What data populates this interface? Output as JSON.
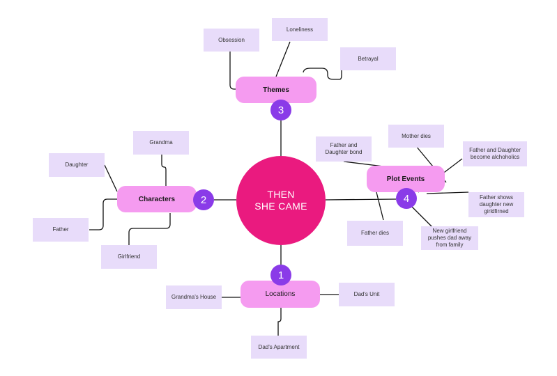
{
  "hub": {
    "line1": "THEN",
    "line2": "SHE CAME"
  },
  "branches": {
    "themes": {
      "label": "Themes",
      "badge": "3",
      "notes": {
        "obsession": "Obsession",
        "loneliness": "Loneliness",
        "betrayal": "Betrayal"
      }
    },
    "characters": {
      "label": "Characters",
      "badge": "2",
      "notes": {
        "grandma": "Grandma",
        "daughter": "Daughter",
        "father": "Father",
        "girlfriend": "Girlfriend"
      }
    },
    "plot_events": {
      "label": "Plot Events",
      "badge": "4",
      "notes": {
        "bond": "Father and Daughter bond",
        "mother_dies": "Mother dies",
        "alcoholics": "Father and Daughter become alchoholics",
        "new_girlfriend": "Father shows daughter new girldfirned",
        "pushes_away": "New girlfriend pushes dad away from family",
        "father_dies": "Father dies"
      }
    },
    "locations": {
      "label": "Locations",
      "badge": "1",
      "notes": {
        "grandmas_house": "Grandma's House",
        "dads_unit": "Dad's Unit",
        "dads_apartment": "Dad's Apartment"
      }
    }
  },
  "colors": {
    "hub": "#ea1a7f",
    "pill": "#f59bf0",
    "badge": "#8a3be8",
    "note": "#e8dcfa",
    "line": "#111111"
  }
}
